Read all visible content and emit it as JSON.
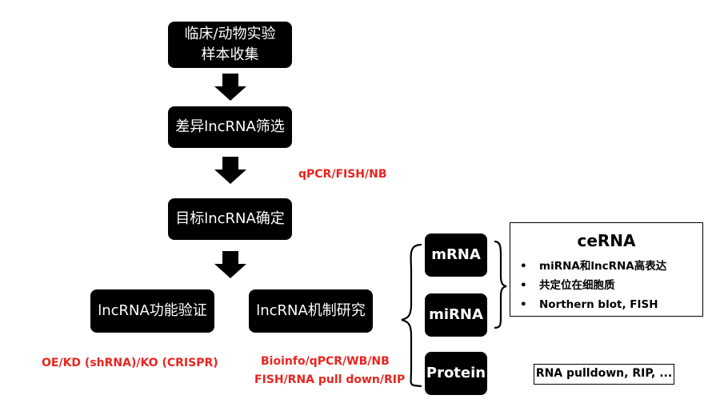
{
  "flow": {
    "step1": [
      "临床/动物实验",
      "样本收集"
    ],
    "step2": "差异lncRNA筛选",
    "step3": "目标lncRNA确定",
    "function": "lncRNA功能验证",
    "mechanism": "lncRNA机制研究"
  },
  "methods": {
    "screen": "qPCR/FISH/NB",
    "function": "OE/KD (shRNA)/KO (CRISPR)",
    "mechanism_1": "Bioinfo/qPCR/WB/NB",
    "mechanism_2": "FISH/RNA pull down/RIP"
  },
  "targets": {
    "mrna": "mRNA",
    "mirna": "miRNA",
    "protein": "Protein"
  },
  "ceRNA": {
    "title": "ceRNA",
    "bullet": "•",
    "items": [
      "miRNA和lncRNA高表达",
      "共定位在细胞质",
      "Northern blot, FISH"
    ]
  },
  "protein_methods": "RNA pulldown, RIP, ...",
  "colors": {
    "box": "#000000",
    "method_text": "#e8251f"
  }
}
